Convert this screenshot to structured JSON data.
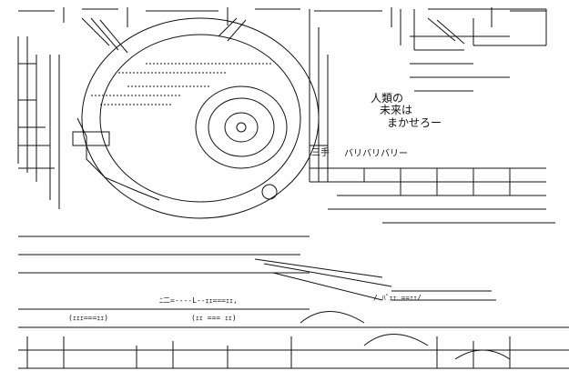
{
  "caption": {
    "line1": "人類の",
    "line2": "未来は",
    "line3": "まかせろー"
  },
  "sound_effect": {
    "kanji": "三手",
    "katakana": "バリバリバリー"
  },
  "lower_bands": {
    "band1": "(ｪｪｪ===ｪｪ)",
    "band2": "(ｪｪ === ｪｪ)",
    "band3": "ﾆ二=----L--ｪｪ===ｪｪ,",
    "band4": "/ ﾊﾞｪｪ ==ｪｪ/"
  },
  "colors": {
    "ink": "#111111",
    "paper": "#ffffff"
  }
}
